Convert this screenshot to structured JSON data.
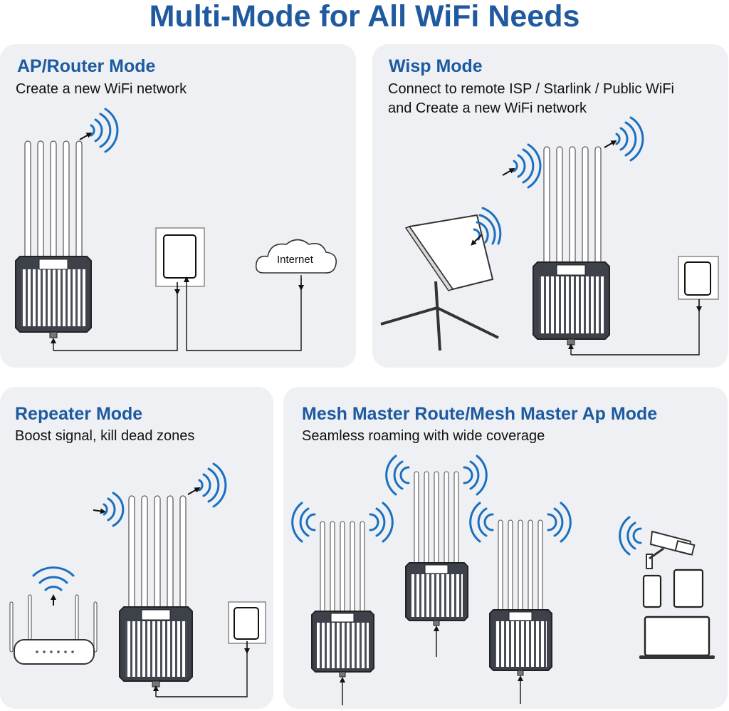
{
  "title": "Multi-Mode for All WiFi Needs",
  "panels": {
    "ap_router": {
      "title": "AP/Router  Mode",
      "desc": "Create a new WiFi network"
    },
    "wisp": {
      "title": "Wisp Mode",
      "desc_line1": "Connect to remote ISP / Starlink / Public WiFi",
      "desc_line2": "and Create a new WiFi network"
    },
    "repeater": {
      "title": "Repeater Mode",
      "desc": "Boost signal, kill dead zones"
    },
    "mesh": {
      "title": "Mesh Master Route/Mesh Master Ap Mode",
      "desc": "Seamless roaming with wide coverage"
    }
  },
  "cloud_label": "Internet",
  "colors": {
    "title_blue": "#1f5a9e",
    "wave_blue": "#1a6fc0",
    "panel_bg": "#eef0f3"
  }
}
